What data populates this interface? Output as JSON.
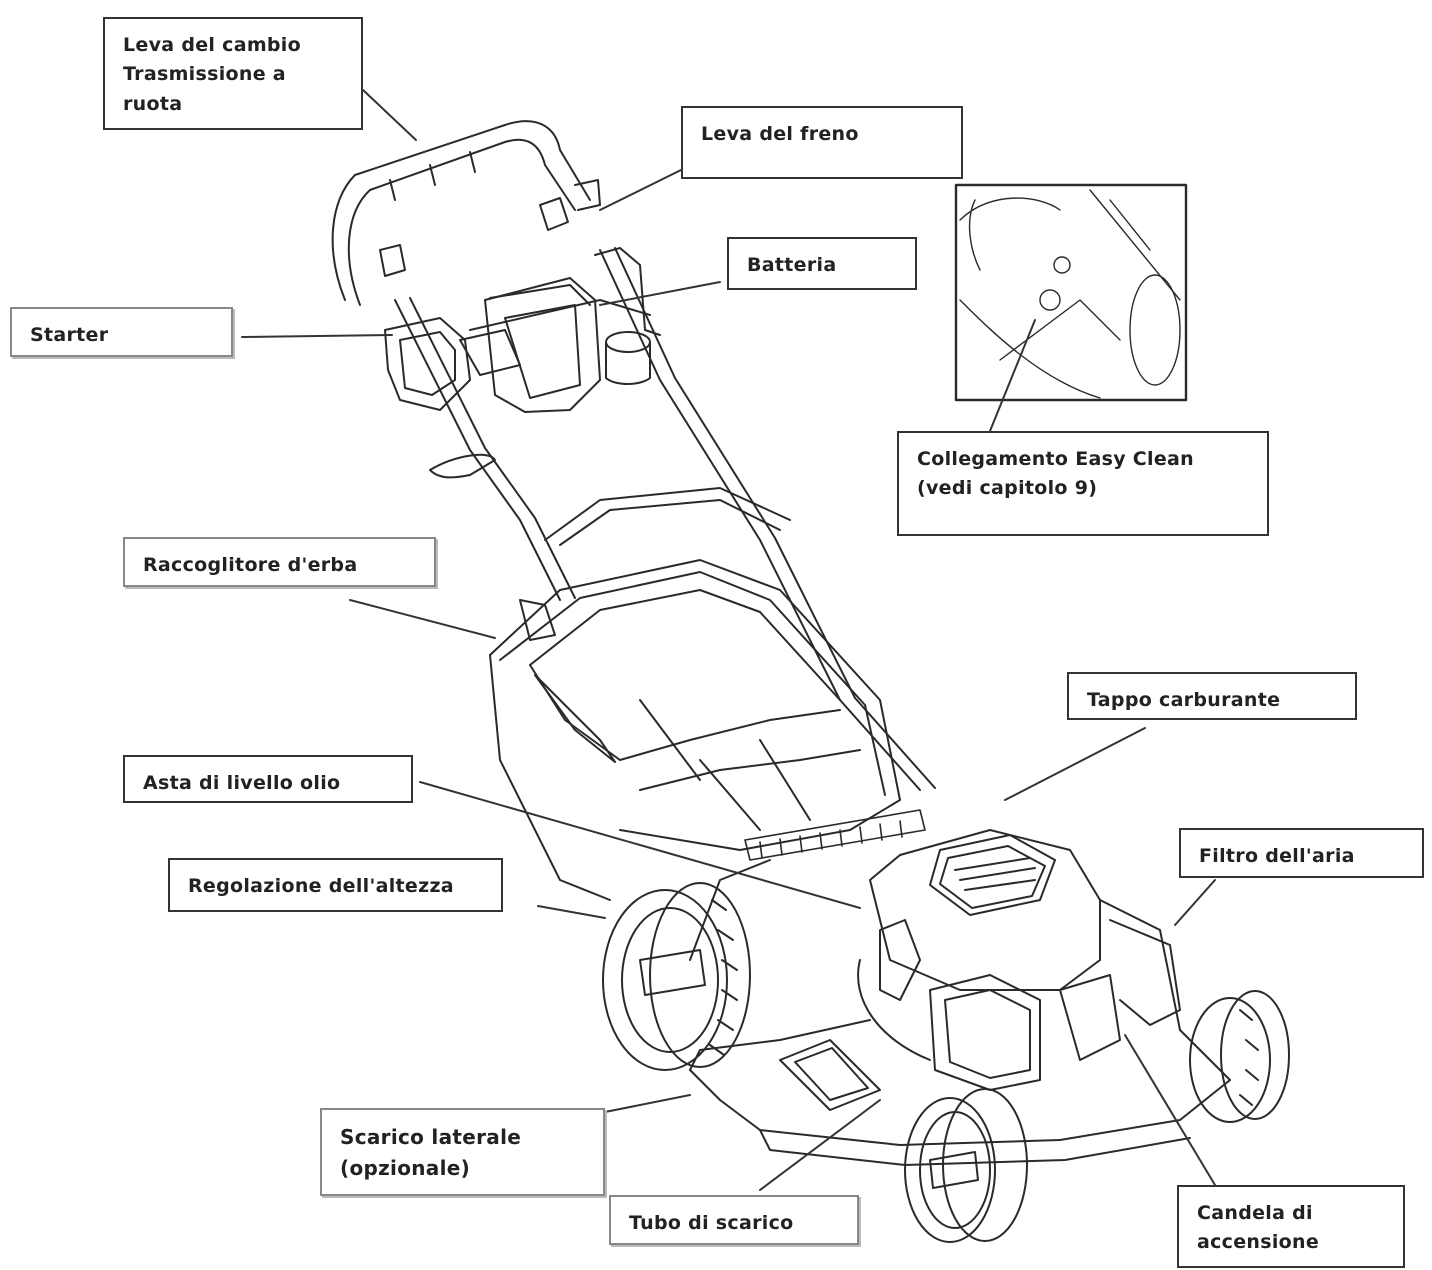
{
  "labels": {
    "leva_cambio": "Leva del cambio\nTrasmissione  a\nruota",
    "leva_freno": "Leva del freno",
    "batteria": "Batteria",
    "starter": "Starter",
    "easy_clean": "Collegamento  Easy Clean\n(vedi capitolo 9)",
    "raccoglitore": "Raccoglitore d'erba",
    "tappo": "Tappo  carburante",
    "asta": "Asta di livello olio",
    "filtro": "Filtro dell'aria",
    "regolazione": "Regolazione  dell'altezza",
    "scarico_laterale": "Scarico laterale\n(opzionale)",
    "tubo": "Tubo di scarico",
    "candela": "Candela  di\naccensione"
  },
  "colors": {
    "line": "#2a2a2a",
    "label_border": "#333333",
    "background": "#ffffff"
  }
}
